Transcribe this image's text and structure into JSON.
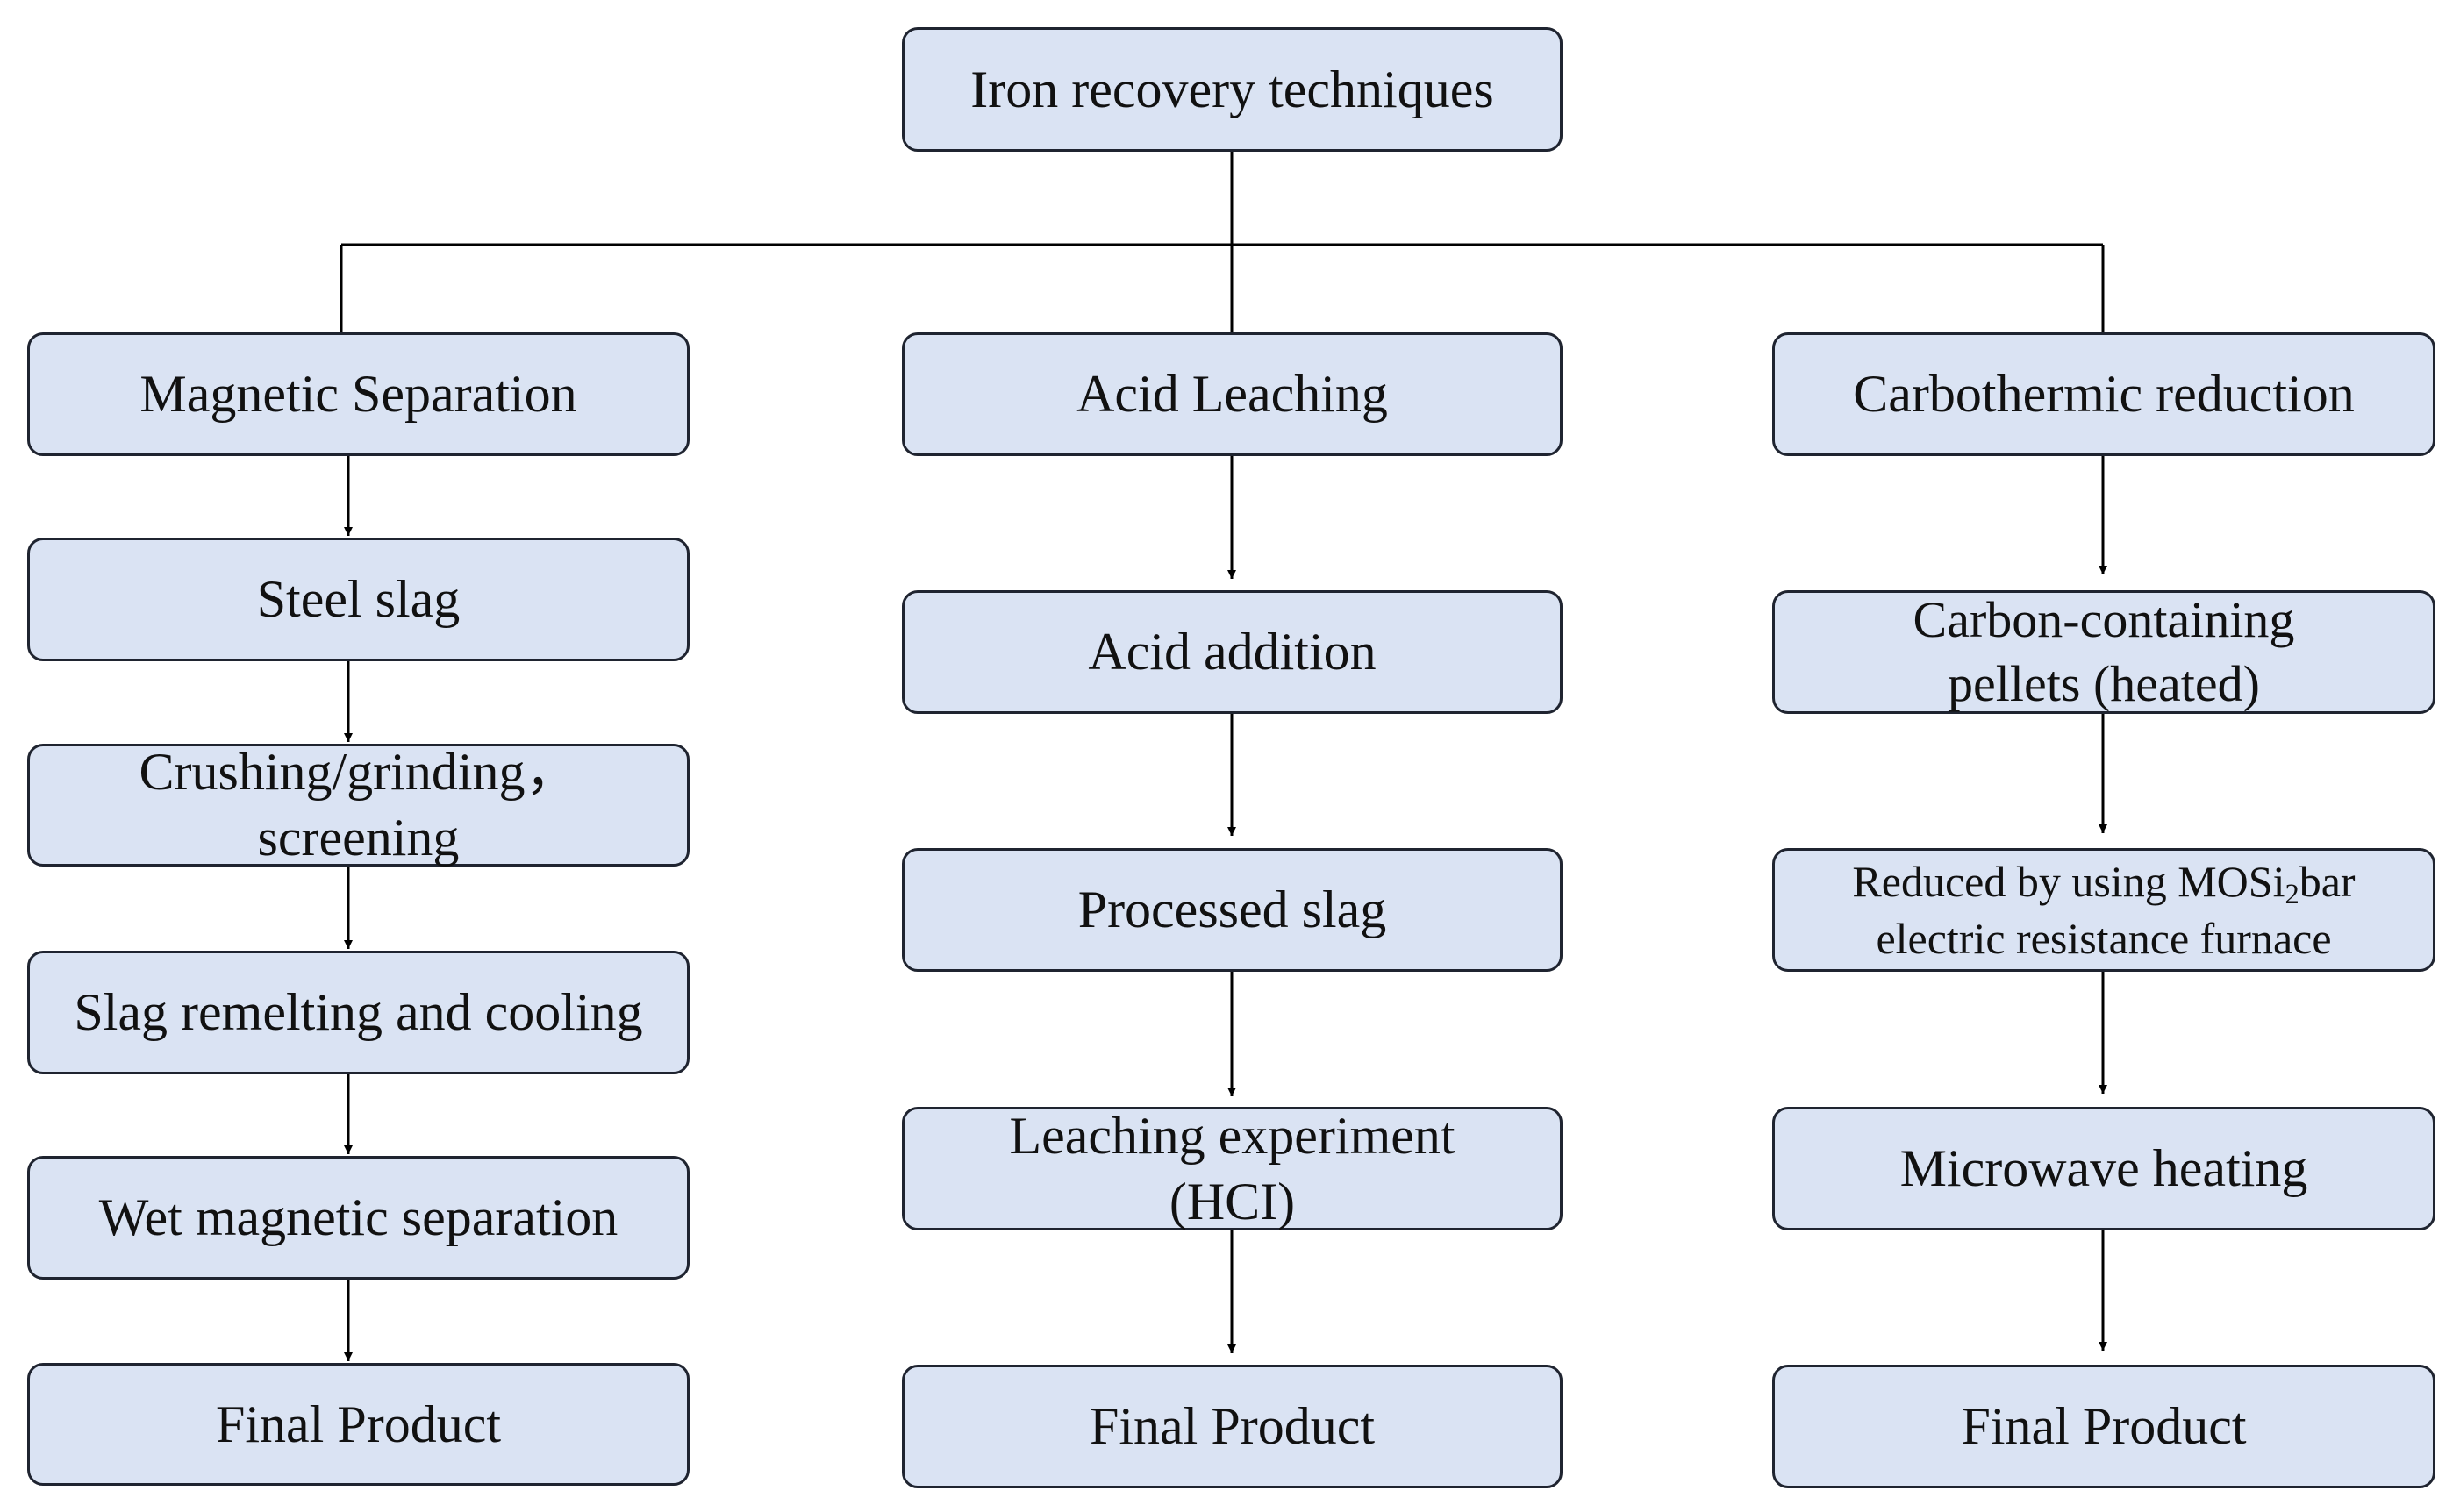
{
  "root": {
    "label": "Iron recovery techniques"
  },
  "branches": [
    {
      "title": "Magnetic Separation",
      "steps": [
        "Steel slag",
        "Crushing/grinding，\nscreening",
        "Slag remelting and cooling",
        "Wet magnetic separation",
        "Final Product"
      ]
    },
    {
      "title": "Acid Leaching",
      "steps": [
        "Acid addition",
        "Processed slag",
        "Leaching experiment\n(HCI)",
        "Final Product"
      ]
    },
    {
      "title": "Carbothermic reduction",
      "steps": [
        "Carbon-containing\npellets (heated)",
        "Reduced by using MOSi",
        "Microwave heating",
        "Final Product"
      ],
      "step2_subscript": "2",
      "step2_suffix": "bar",
      "step2_line2": "electric resistance furnace"
    }
  ],
  "colors": {
    "box_fill": "#dae3f3",
    "box_border": "#1f2430",
    "connector": "#000000"
  }
}
